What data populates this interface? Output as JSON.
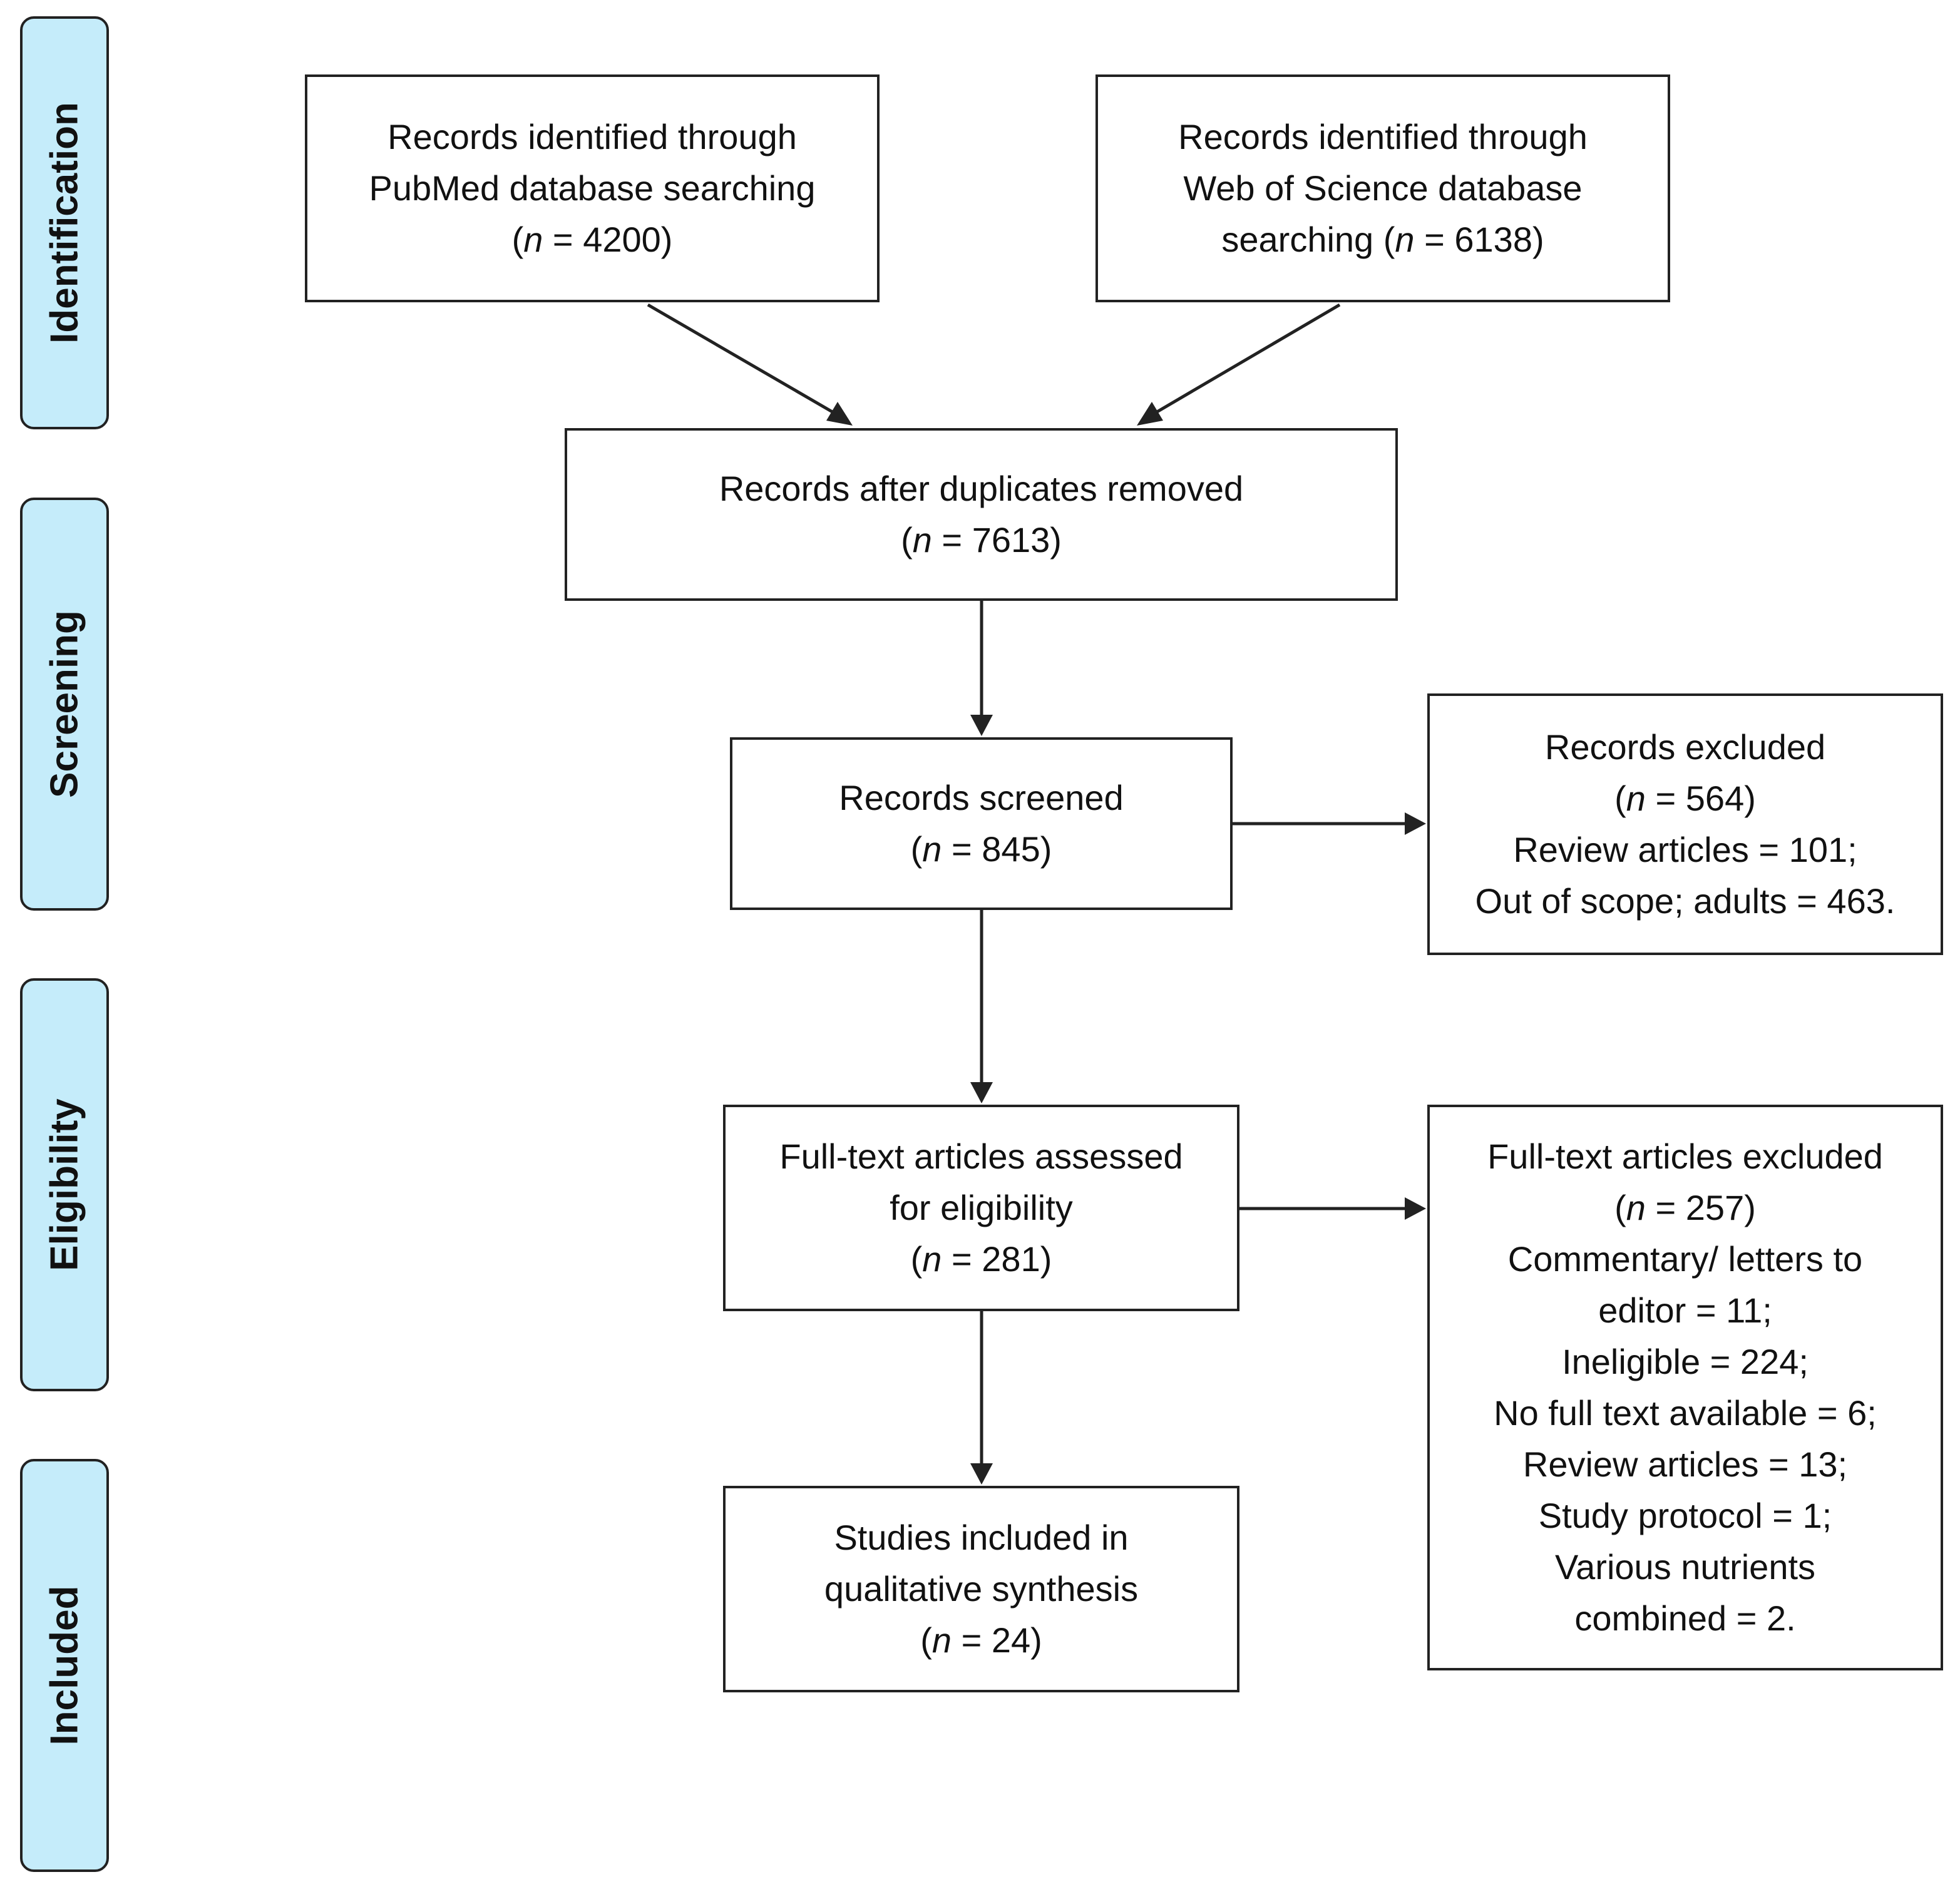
{
  "phases": {
    "identification": "Identification",
    "screening": "Screening",
    "eligibility": "Eligibility",
    "included": "Included"
  },
  "boxes": {
    "pubmed": {
      "line1": "Records identified through",
      "line2": "PubMed database searching",
      "n_open": "(",
      "n_letter": "n",
      "n_value": " = 4200)"
    },
    "wos": {
      "line1": "Records identified through",
      "line2": "Web of Science database",
      "line3_prefix": "searching (",
      "n_letter": "n",
      "n_value": " = 6138)"
    },
    "duplicates": {
      "line1": "Records after duplicates removed",
      "n_open": "(",
      "n_letter": "n",
      "n_value": " = 7613)"
    },
    "screened": {
      "line1": "Records screened",
      "n_open": "(",
      "n_letter": "n",
      "n_value": " = 845)"
    },
    "excluded_records": {
      "line1": "Records excluded",
      "n_open": "(",
      "n_letter": "n",
      "n_value": " = 564)",
      "reasons": [
        "Review articles = 101;",
        "Out of scope; adults = 463."
      ]
    },
    "fulltext": {
      "line1": "Full-text articles assessed",
      "line2": "for eligibility",
      "n_open": "(",
      "n_letter": "n",
      "n_value": " = 281)"
    },
    "excluded_fulltext": {
      "line1": "Full-text articles excluded",
      "n_open": "(",
      "n_letter": "n",
      "n_value": " = 257)",
      "reasons": [
        "Commentary/ letters to",
        "editor = 11;",
        "Ineligible = 224;",
        "No full text available = 6;",
        "Review articles = 13;",
        "Study protocol = 1;",
        "Various nutrients",
        "combined = 2."
      ]
    },
    "included": {
      "line1": "Studies included in",
      "line2": "qualitative synthesis",
      "n_open": "(",
      "n_letter": "n",
      "n_value": " = 24)"
    }
  },
  "colors": {
    "phase_fill": "#c5ecfa",
    "border": "#222222"
  }
}
